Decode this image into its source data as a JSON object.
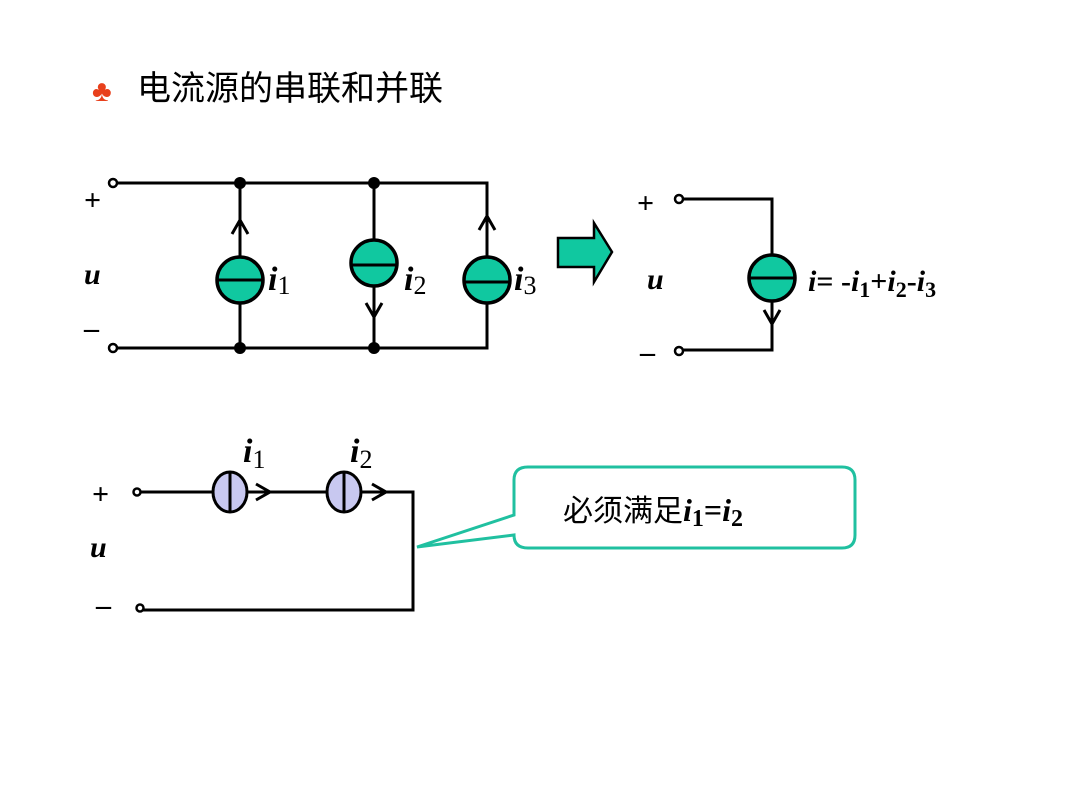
{
  "title": {
    "bullet_icon": "club-icon",
    "bullet_color": "#e8401c",
    "text": "电流源的串联和并联"
  },
  "parallel": {
    "plus": "+",
    "minus": "–",
    "u": "u",
    "sources": [
      {
        "name": "i",
        "sub": "1",
        "direction": "up"
      },
      {
        "name": "i",
        "sub": "2",
        "direction": "down"
      },
      {
        "name": "i",
        "sub": "3",
        "direction": "up"
      }
    ]
  },
  "equivalent": {
    "plus": "+",
    "minus": "–",
    "u": "u",
    "direction": "down",
    "formula": {
      "lhs": "i",
      "eq": "= -",
      "i1": "i",
      "s1": "1",
      "plus": "+",
      "i2": "i",
      "s2": "2",
      "minus": "-",
      "i3": "i",
      "s3": "3"
    }
  },
  "series": {
    "plus": "+",
    "minus": "–",
    "u": "u",
    "sources": [
      {
        "name": "i",
        "sub": "1"
      },
      {
        "name": "i",
        "sub": "2"
      }
    ],
    "callout": {
      "text": "必须满足",
      "i1": "i",
      "s1": "1",
      "eq": "=",
      "i2": "i",
      "s2": "2"
    }
  },
  "colors": {
    "source_fill": "#10c8a0",
    "series_fill": "#c8c8f0",
    "callout_border": "#20c0a0"
  }
}
